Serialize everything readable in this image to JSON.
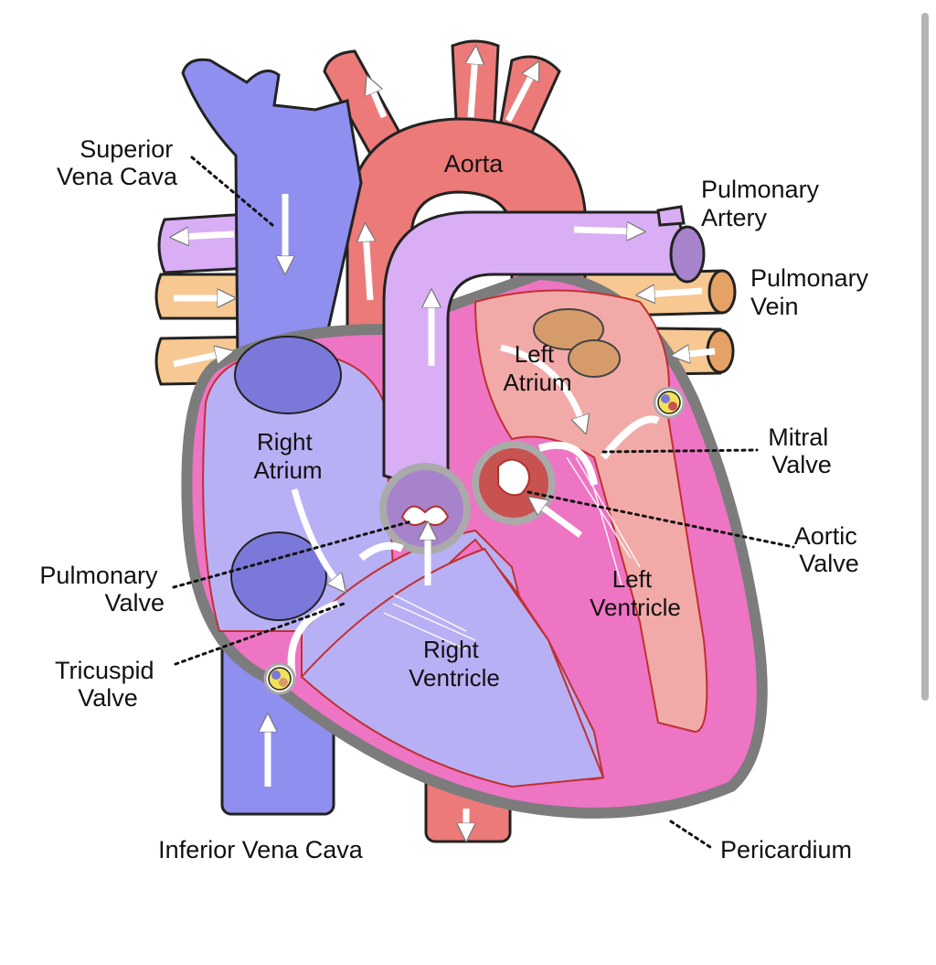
{
  "labels": {
    "superior_vena_cava": [
      "Superior",
      "Vena Cava"
    ],
    "aorta": "Aorta",
    "pulmonary_artery": [
      "Pulmonary",
      "Artery"
    ],
    "pulmonary_vein": [
      "Pulmonary",
      "Vein"
    ],
    "left_atrium": [
      "Left",
      "Atrium"
    ],
    "right_atrium": [
      "Right",
      "Atrium"
    ],
    "mitral_valve": [
      "Mitral",
      "Valve"
    ],
    "aortic_valve": [
      "Aortic",
      "Valve"
    ],
    "pulmonary_valve": [
      "Pulmonary",
      "Valve"
    ],
    "tricuspid_valve": [
      "Tricuspid",
      "Valve"
    ],
    "left_ventricle": [
      "Left",
      "Ventricle"
    ],
    "right_ventricle": [
      "Right",
      "Ventricle"
    ],
    "inferior_vena_cava": "Inferior Vena Cava",
    "pericardium": "Pericardium"
  },
  "colors": {
    "deoxygenated_blue": "#8f8ff0",
    "vein_blue_dark": "#6f6fd8",
    "oxygenated_red": "#ec7a78",
    "artery_red_dark": "#c85250",
    "pulmonary_purple": "#d9aef5",
    "pulmonary_vein_tan": "#f7c892",
    "heart_pink": "#ee74c4",
    "left_chamber": "#f2aaa8",
    "right_chamber": "#b8b0f5",
    "pericardium_grey": "#7c7c7c"
  }
}
